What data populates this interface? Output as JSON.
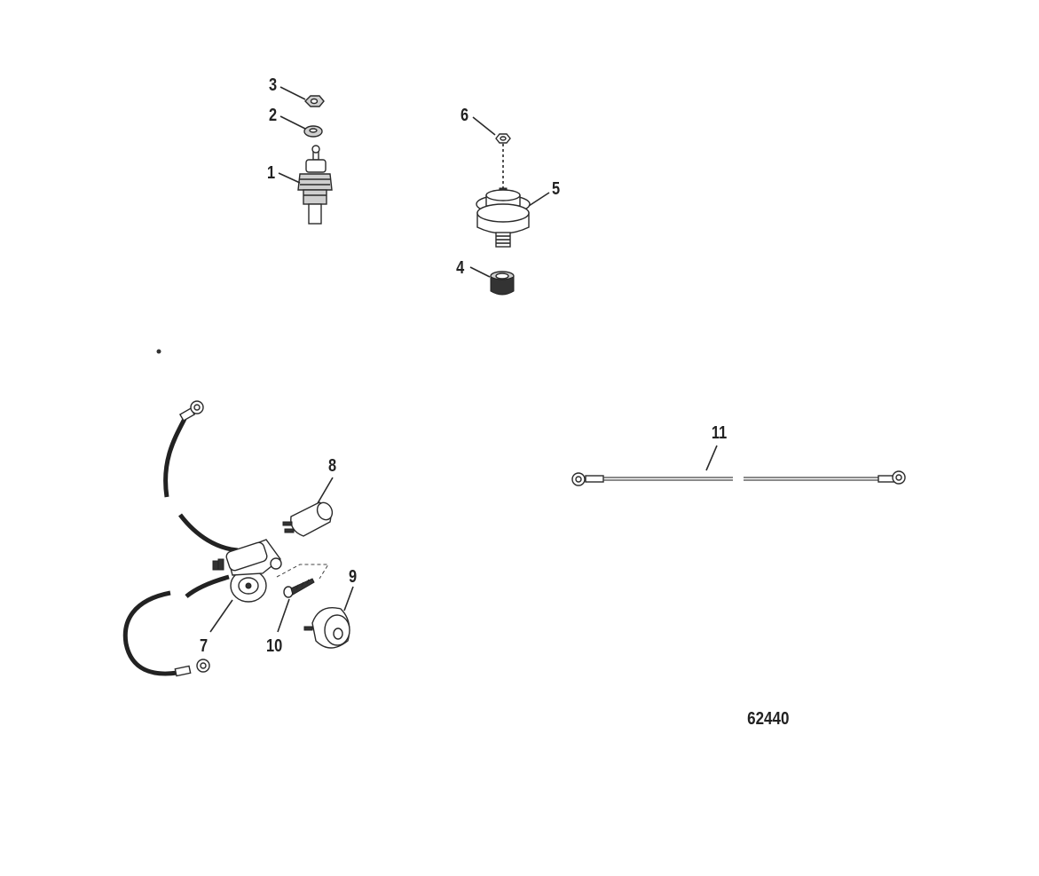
{
  "diagram": {
    "figure_number": "62440",
    "callouts": [
      "1",
      "2",
      "3",
      "4",
      "5",
      "6",
      "7",
      "8",
      "9",
      "10",
      "11"
    ]
  }
}
